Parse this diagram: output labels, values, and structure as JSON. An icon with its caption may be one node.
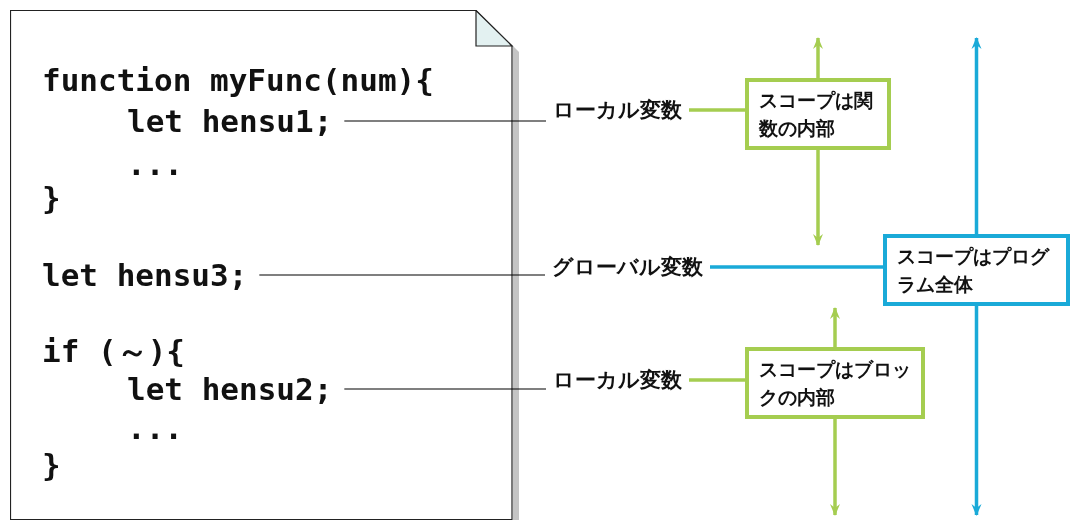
{
  "diagram": {
    "nodes": [
      {
        "text": [],
        "shape": "box"
      },
      {
        "text": [
          "function myFunc(num){"
        ],
        "in": 0
      },
      {
        "text": [
          "let hensu1;"
        ],
        "in": 0
      },
      {
        "text": [
          "..."
        ],
        "in": 0
      },
      {
        "text": [
          "}"
        ],
        "in": 0
      },
      {
        "text": [
          "let hensu3;"
        ],
        "in": 0
      },
      {
        "text": [
          "if (～){"
        ],
        "in": 0
      },
      {
        "text": [
          "let hensu2;"
        ],
        "in": 0
      },
      {
        "text": [
          "..."
        ],
        "in": 0
      },
      {
        "text": [
          "}"
        ],
        "in": 0
      },
      {
        "text": [
          "ローカル変数"
        ]
      },
      {
        "text": [
          "スコープは関数の内部"
        ]
      },
      {
        "text": [
          "グローバル変数"
        ]
      },
      {
        "text": [
          "スコープはプログラム全体"
        ]
      },
      {
        "text": [
          "ローカル変数"
        ]
      },
      {
        "text": [
          "スコープはブロックの内部"
        ]
      }
    ],
    "edges": [
      {
        "from": 2,
        "to": 10,
        "arrow": "none",
        "color": "#000000"
      },
      {
        "from": 10,
        "to": 11,
        "arrow": "none"
      },
      {
        "from": 5,
        "to": 12,
        "arrow": "none",
        "color": "#000000"
      },
      {
        "from": 12,
        "to": 13,
        "arrow": "none",
        "color": "#1aaad8"
      },
      {
        "from": 7,
        "to": 14,
        "arrow": "none",
        "color": "#000000"
      },
      {
        "from": 14,
        "to": 15,
        "arrow": "none"
      },
      {
        "from": 11,
        "to": null,
        "arrow": "to"
      },
      {
        "from": 11,
        "to": null,
        "arrow": "to"
      },
      {
        "from": 13,
        "to": null,
        "arrow": "to",
        "color": "#1aaad8"
      },
      {
        "from": 13,
        "to": null,
        "arrow": "to",
        "color": "#1aaad8"
      },
      {
        "from": 15,
        "to": null,
        "arrow": "to"
      },
      {
        "from": 15,
        "to": null,
        "arrow": "to"
      }
    ]
  }
}
